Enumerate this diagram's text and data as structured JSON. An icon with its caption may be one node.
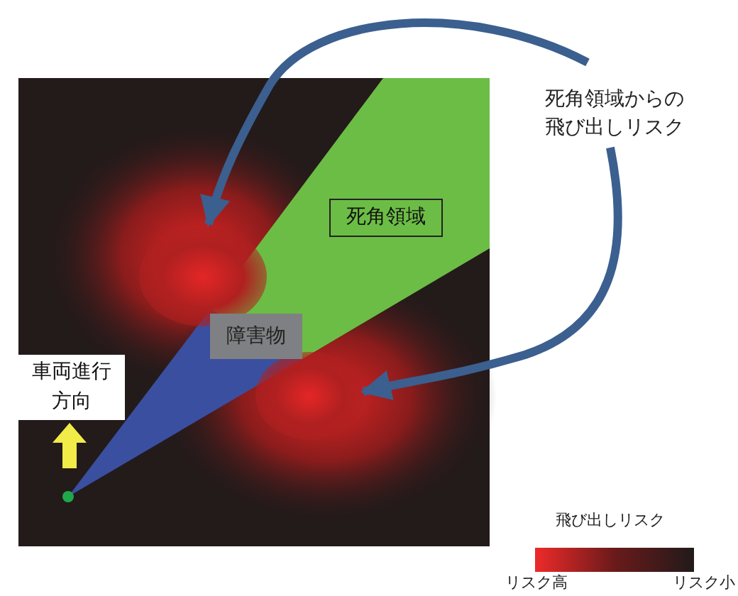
{
  "diagram": {
    "nodes": [
      {
        "text": [
          "死角領域からの飛び出しリスク"
        ]
      },
      {
        "text": [],
        "shape": "cloud"
      },
      {
        "text": [],
        "shape": "cloud"
      },
      {
        "text": [
          "死角領域"
        ]
      },
      {
        "text": [
          "障害物"
        ]
      },
      {
        "text": [
          "車両進行方向"
        ]
      }
    ],
    "edges": [
      {
        "from": 0,
        "to": 1,
        "arrow": "to"
      },
      {
        "from": 0,
        "to": 2,
        "arrow": "to"
      }
    ],
    "labels": [
      "飛び出しリスク",
      "リスク高",
      "リスク小"
    ]
  }
}
